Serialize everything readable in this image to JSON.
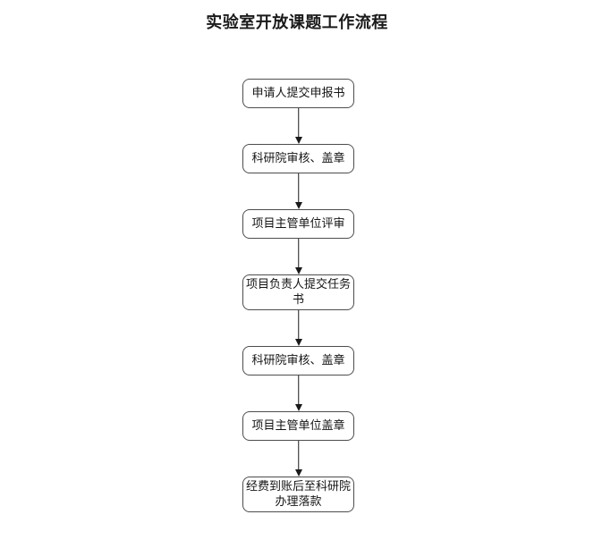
{
  "page": {
    "background_color": "#ffffff"
  },
  "flowchart": {
    "title": "实验室开放课题工作流程",
    "colors": {
      "box_border": "#4d4d4d",
      "box_fill": "#ffffff",
      "arrow": "#1a1a1a",
      "text": "#141414",
      "title_text": "#1a1a1a"
    },
    "direction": "top-to-bottom",
    "nodes": [
      {
        "label": "申请人提交申报书"
      },
      {
        "label": "科研院审核、盖章"
      },
      {
        "label": "项目主管单位评审"
      },
      {
        "label": "项目负责人提交任务\n书"
      },
      {
        "label": "科研院审核、盖章"
      },
      {
        "label": "项目主管单位盖章"
      },
      {
        "label": "经费到账后至科研院\n办理落款"
      }
    ]
  }
}
